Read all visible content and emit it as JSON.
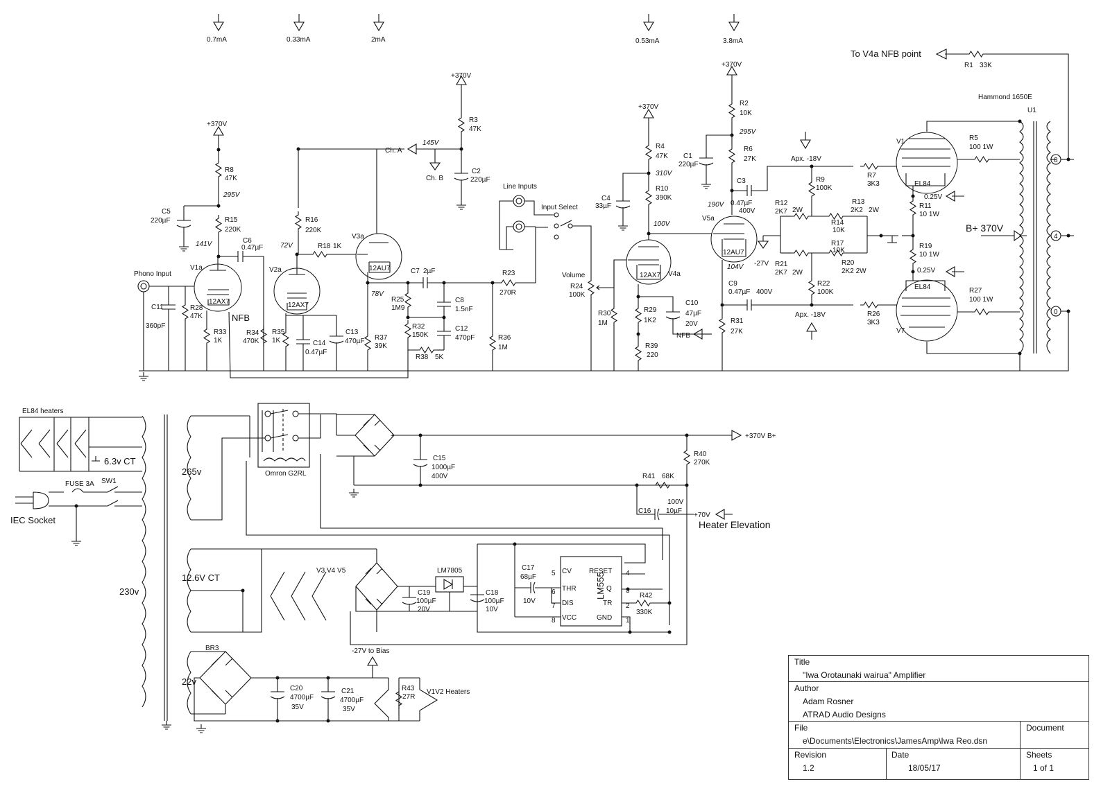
{
  "supplies": [
    {
      "id": "s1",
      "text": "0.7mA"
    },
    {
      "id": "s2",
      "text": "0.33mA"
    },
    {
      "id": "s3",
      "text": "2mA"
    },
    {
      "id": "s4",
      "text": "0.53mA"
    },
    {
      "id": "s5",
      "text": "3.8mA"
    }
  ],
  "labels": {
    "nfb_to": "To V4a NFB point",
    "r1": "R1",
    "r1v": "33K",
    "hammond": "Hammond 1650E",
    "u1": "U1",
    "v370": "+370V",
    "r2": "R2",
    "r2v": "10K",
    "v295b": "295V",
    "r6": "R6",
    "r6v": "27K",
    "c1": "C1",
    "c1v": "220µF",
    "c3": "C3",
    "c3v1": "0.47µF",
    "c3v2": "400V",
    "v190": "190V",
    "r4": "R4",
    "r4v": "47K",
    "v310": "310V",
    "c4": "C4",
    "c4v": "33µF",
    "r10": "R10",
    "r10v": "390K",
    "v100": "100V",
    "v4a": "V4a",
    "v5a": "V5a",
    "tube12ax7": "12AX7",
    "tube12au7": "12AU7",
    "v104": "104V",
    "r29": "R29",
    "r29v": "1K2",
    "c10": "C10",
    "c10v1": "47µF",
    "c10v2": "20V",
    "r30": "R30",
    "r30v": "1M",
    "r39": "R39",
    "r39v": "220",
    "nfb": "NFB",
    "r31": "R31",
    "r31v": "27K",
    "c9": "C9",
    "c9v1": "0.47µF",
    "c9v2": "400V",
    "vol": "Volume",
    "r24": "R24",
    "r24v": "100K",
    "line_in": "Line Inputs",
    "in_sel": "Input Select",
    "r23": "R23",
    "r23v": "270R",
    "r36": "R36",
    "r36v": "1M",
    "r3": "R3",
    "r3v": "47K",
    "v145": "145V",
    "cha": "Ch. A",
    "chb": "Ch. B",
    "c2": "C2",
    "c2v": "220µF",
    "v3a": "V3a",
    "v78": "78V",
    "r37": "R37",
    "r37v": "39K",
    "c7": "C7",
    "c7v": "2µF",
    "c8": "C8",
    "c8v": "1.5nF",
    "r25": "R25",
    "r25v": "1M9",
    "r32": "R32",
    "r32v": "150K",
    "c12": "C12",
    "c12v": "470pF",
    "r38": "R38",
    "r38v": "5K",
    "r16": "R16",
    "r16v": "220K",
    "v72": "72V",
    "r18": "R18",
    "r18v": "1K",
    "v2a": "V2a",
    "r35": "R35",
    "r35v": "1K",
    "c14": "C14",
    "c14v": "0.47µF",
    "c13": "C13",
    "c13v": "470µF",
    "r8": "R8",
    "r8v": "47K",
    "v295": "295V",
    "c5": "C5",
    "c5v": "220µF",
    "r15": "R15",
    "r15v": "220K",
    "v141": "141V",
    "c6": "C6",
    "c6v": "0.47µF",
    "v1a": "V1a",
    "phono": "Phono Input",
    "c11": "C11",
    "c11v": "360pF",
    "r28": "R28",
    "r28v": "47K",
    "r33": "R33",
    "r33v": "1K",
    "r34": "R34",
    "r34v": "470K",
    "apx18a": "Apx. -18V",
    "apx18b": "Apx. -18V",
    "r9": "R9",
    "r9v": "100K",
    "r7": "R7",
    "r7v": "3K3",
    "r12": "R12",
    "r12v": "2K7",
    "w2a": "2W",
    "r13": "R13",
    "r13v": "2K2",
    "w2b": "2W",
    "r14": "R14",
    "r14v": "10K",
    "r17": "R17",
    "r17v": "10K",
    "v27": "-27V",
    "r21": "R21",
    "r21v": "2K7",
    "w2c": "2W",
    "r20": "R20",
    "r20v": "2K2 2W",
    "r22": "R22",
    "r22v": "100K",
    "r26": "R26",
    "r26v": "3K3",
    "v1": "V1",
    "v7": "V7",
    "el84": "EL84",
    "r5": "R5",
    "r5v": "100  1W",
    "r27": "R27",
    "r27v": "100  1W",
    "r11": "R11",
    "r11v": "10 1W",
    "r19": "R19",
    "r19v": "10 1W",
    "v025a": "0.25V",
    "v025b": "0.25V",
    "bplus": "B+ 370V",
    "t8": "8",
    "t4": "4",
    "t0": "0",
    "el84heat": "EL84 heaters",
    "ct63": "6.3v CT",
    "fuse": "FUSE 3A",
    "sw1": "SW1",
    "iec": "IEC Socket",
    "v265": "265v",
    "v230": "230v",
    "ct126": "12.6V CT",
    "v22": "22v",
    "omron": "Omron G2RL",
    "c15": "C15",
    "c15v1": "1000µF",
    "c15v2": "400V",
    "b370": "+370V B+",
    "r40": "R40",
    "r40v": "270K",
    "r41": "R41",
    "r41v": "68K",
    "c16": "C16",
    "c16v1": "100V",
    "c16v2": "10µF",
    "v70": "+70V",
    "heatel": "Heater Elevation",
    "v345": "V3 V4 V5",
    "lm7805": "LM7805",
    "c19": "C19",
    "c19v1": "100µF",
    "c19v2": "20V",
    "c18": "C18",
    "c18v1": "100µF",
    "c18v2": "10V",
    "c17": "C17",
    "c17v1": "68µF",
    "c17v2": "10V",
    "lm555": "LM555",
    "cv": "CV",
    "thr": "THR",
    "dis": "DIS",
    "vcc": "VCC",
    "reset": "RESET",
    "q": "Q",
    "tr": "TR",
    "gnd": "GND",
    "p5": "5",
    "p6": "6",
    "p7": "7",
    "p8": "8",
    "p4": "4",
    "p3": "3",
    "p2": "2",
    "p1": "1",
    "r42": "R42",
    "r42v": "330K",
    "br3": "BR3",
    "bias": "-27V to Bias",
    "c20": "C20",
    "c20v1": "4700µF",
    "c20v2": "35V",
    "c21": "C21",
    "c21v1": "4700µF",
    "c21v2": "35V",
    "r43": "R43",
    "r43v": "27R",
    "v1v2heat": "V1V2 Heaters"
  },
  "title_block": {
    "title_label": "Title",
    "title_value": "\"Iwa Orotaunaki wairua\" Amplifier",
    "author_label": "Author",
    "author_value": "Adam Rosner",
    "company": "ATRAD Audio Designs",
    "file_label": "File",
    "file_value": "e\\Documents\\Electronics\\JamesAmp\\Iwa Reo.dsn",
    "document_label": "Document",
    "revision_label": "Revision",
    "revision_value": "1.2",
    "date_label": "Date",
    "date_value": "18/05/17",
    "sheets_label": "Sheets",
    "sheets_value": "1 of 1"
  }
}
